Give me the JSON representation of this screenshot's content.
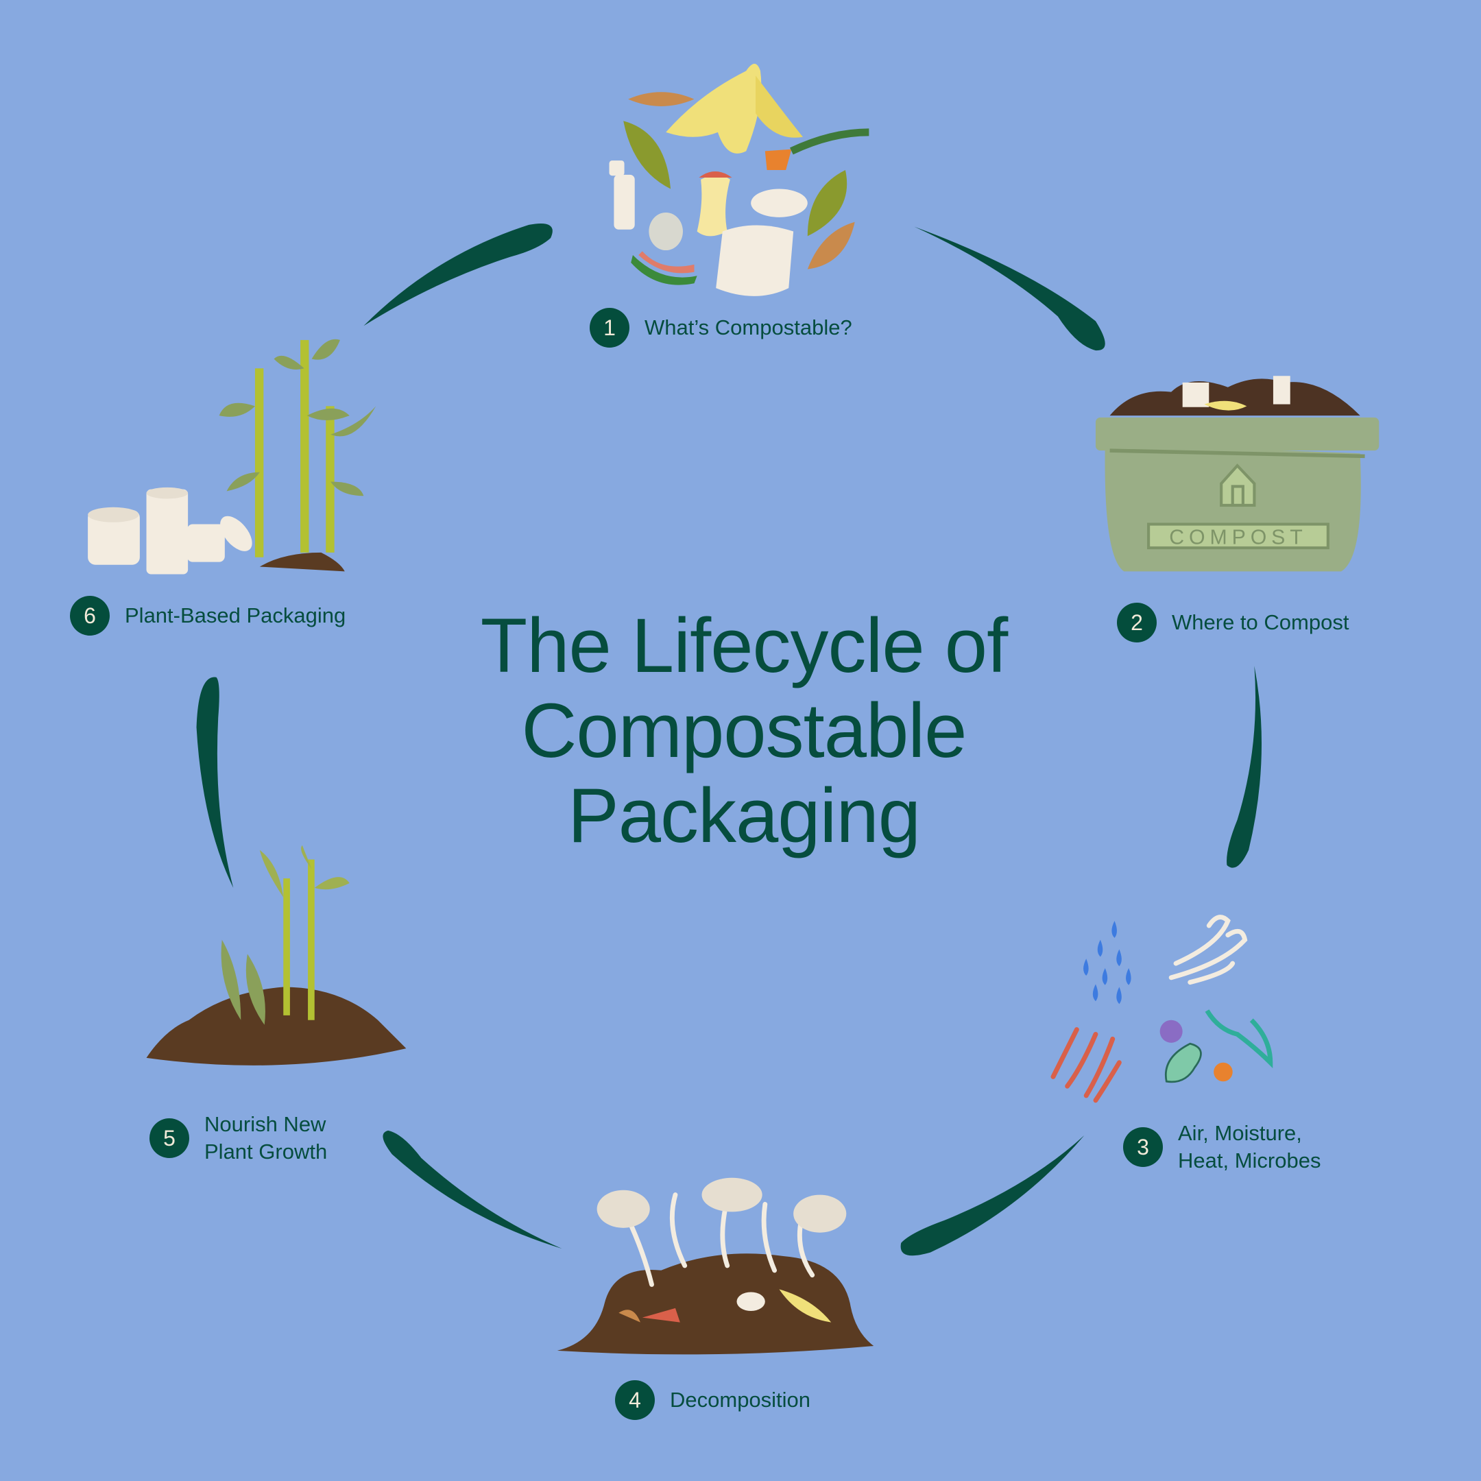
{
  "title": {
    "line1": "The Lifecycle of",
    "line2": "Compostable",
    "line3": "Packaging"
  },
  "steps": [
    {
      "number": "1",
      "label": "What’s Compostable?"
    },
    {
      "number": "2",
      "label": "Where to Compost"
    },
    {
      "number": "3",
      "label_line1": "Air, Moisture,",
      "label_line2": "Heat, Microbes"
    },
    {
      "number": "4",
      "label": "Decomposition"
    },
    {
      "number": "5",
      "label_line1": "Nourish New",
      "label_line2": "Plant Growth"
    },
    {
      "number": "6",
      "label": "Plant-Based Packaging"
    }
  ],
  "compost_bin": {
    "label": "COMPOST"
  },
  "colors": {
    "background": "#87a9e0",
    "primary": "#064d3e",
    "bin": "#9aae86",
    "soil": "#5a3b22"
  }
}
